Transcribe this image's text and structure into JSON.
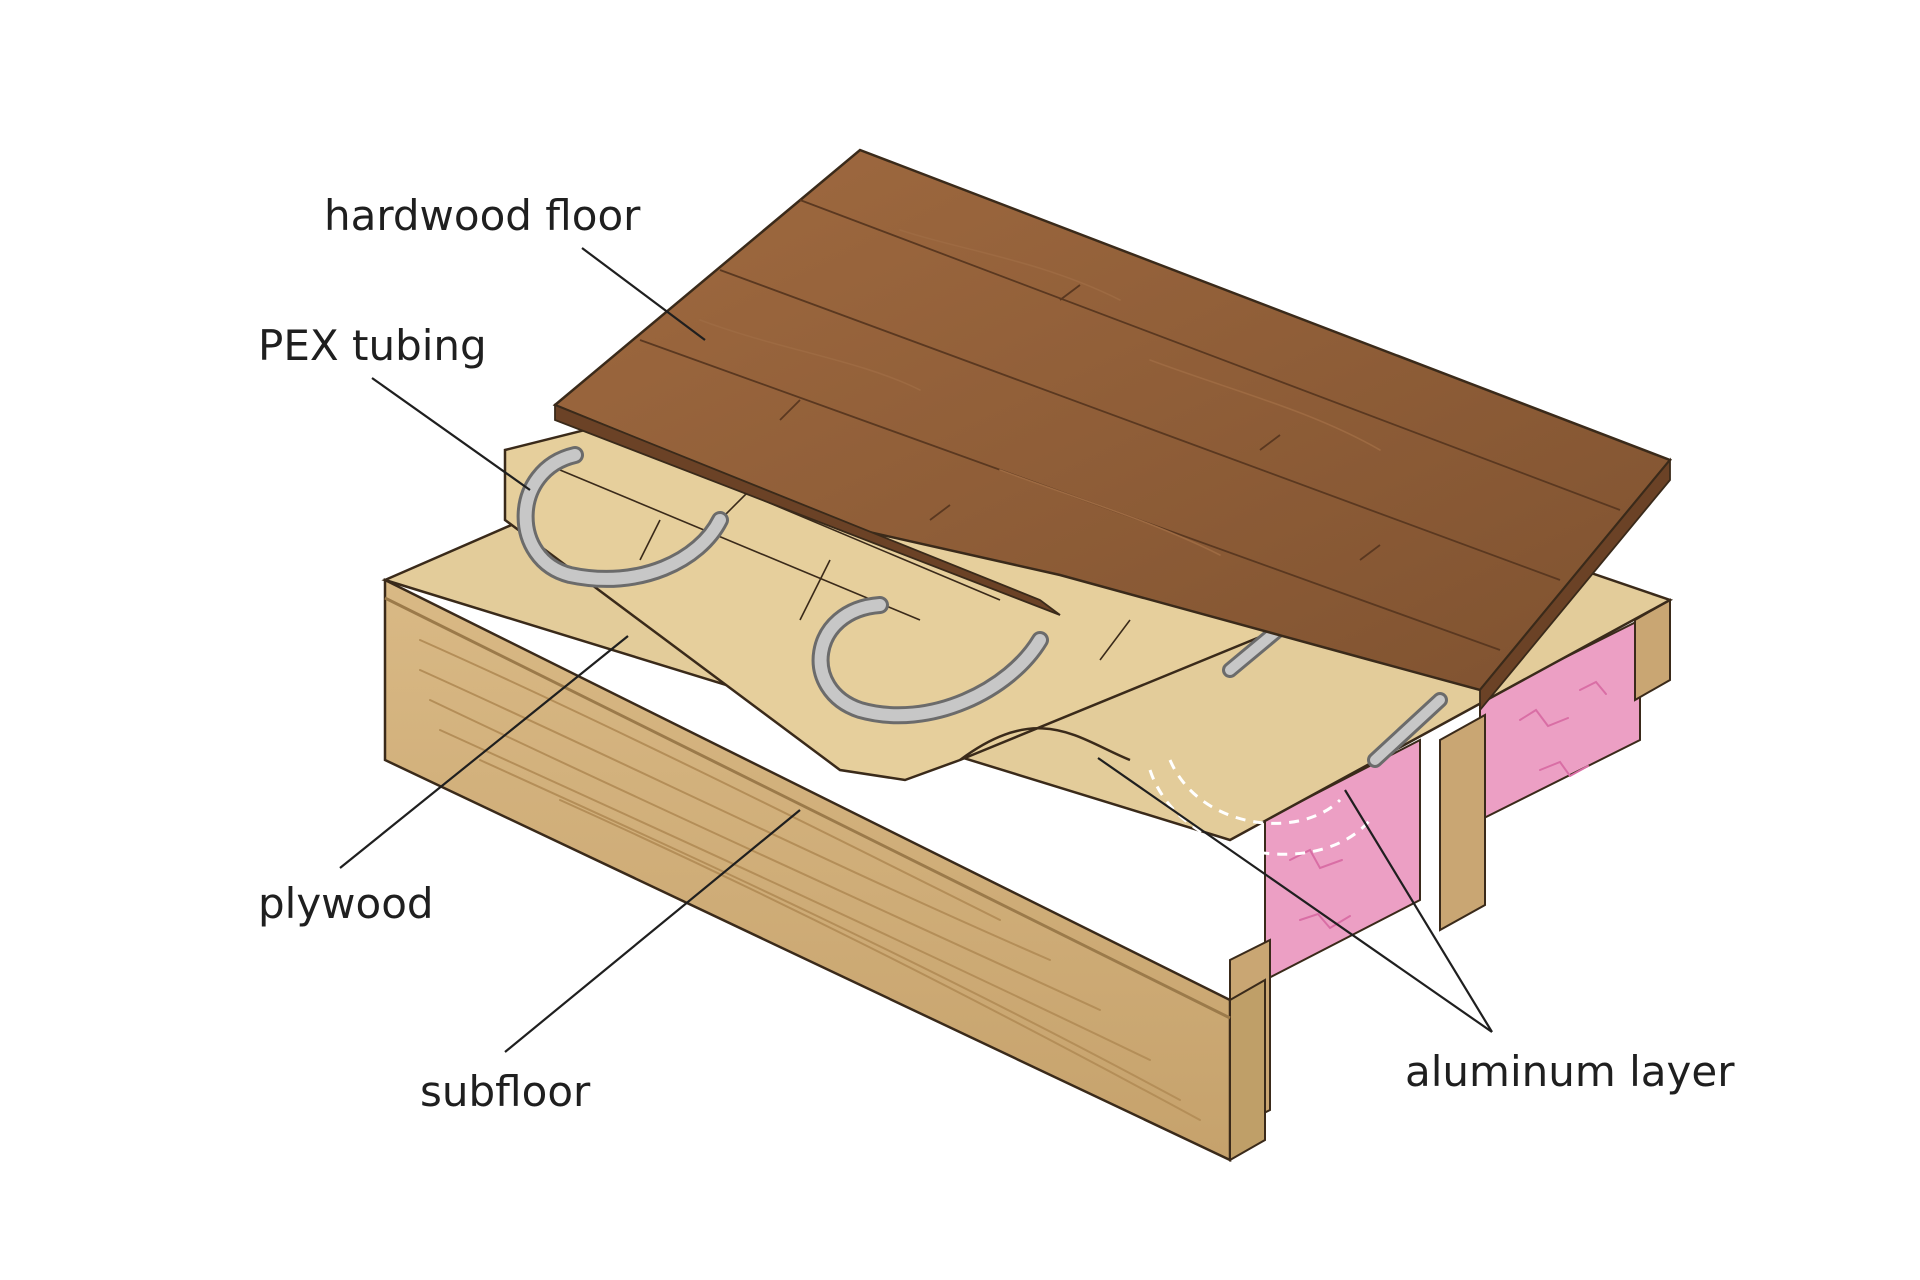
{
  "labels": {
    "hardwood_floor": "hardwood floor",
    "pex_tubing": "PEX tubing",
    "plywood": "plywood",
    "subfloor": "subfloor",
    "aluminum_layer": "aluminum layer"
  },
  "colors": {
    "hardwood_top": "#8a5a37",
    "hardwood_top_light": "#a06a40",
    "hardwood_edge": "#6b4226",
    "plywood": "#e6cf9c",
    "subfloor_top": "#e3cc9a",
    "subfloor_front": "#cfae78",
    "subfloor_side": "#bf9f68",
    "insulation": "#ec9fc4",
    "joist": "#c9a673",
    "pex": "#c7c7c7",
    "outline": "#3a2a1a"
  }
}
